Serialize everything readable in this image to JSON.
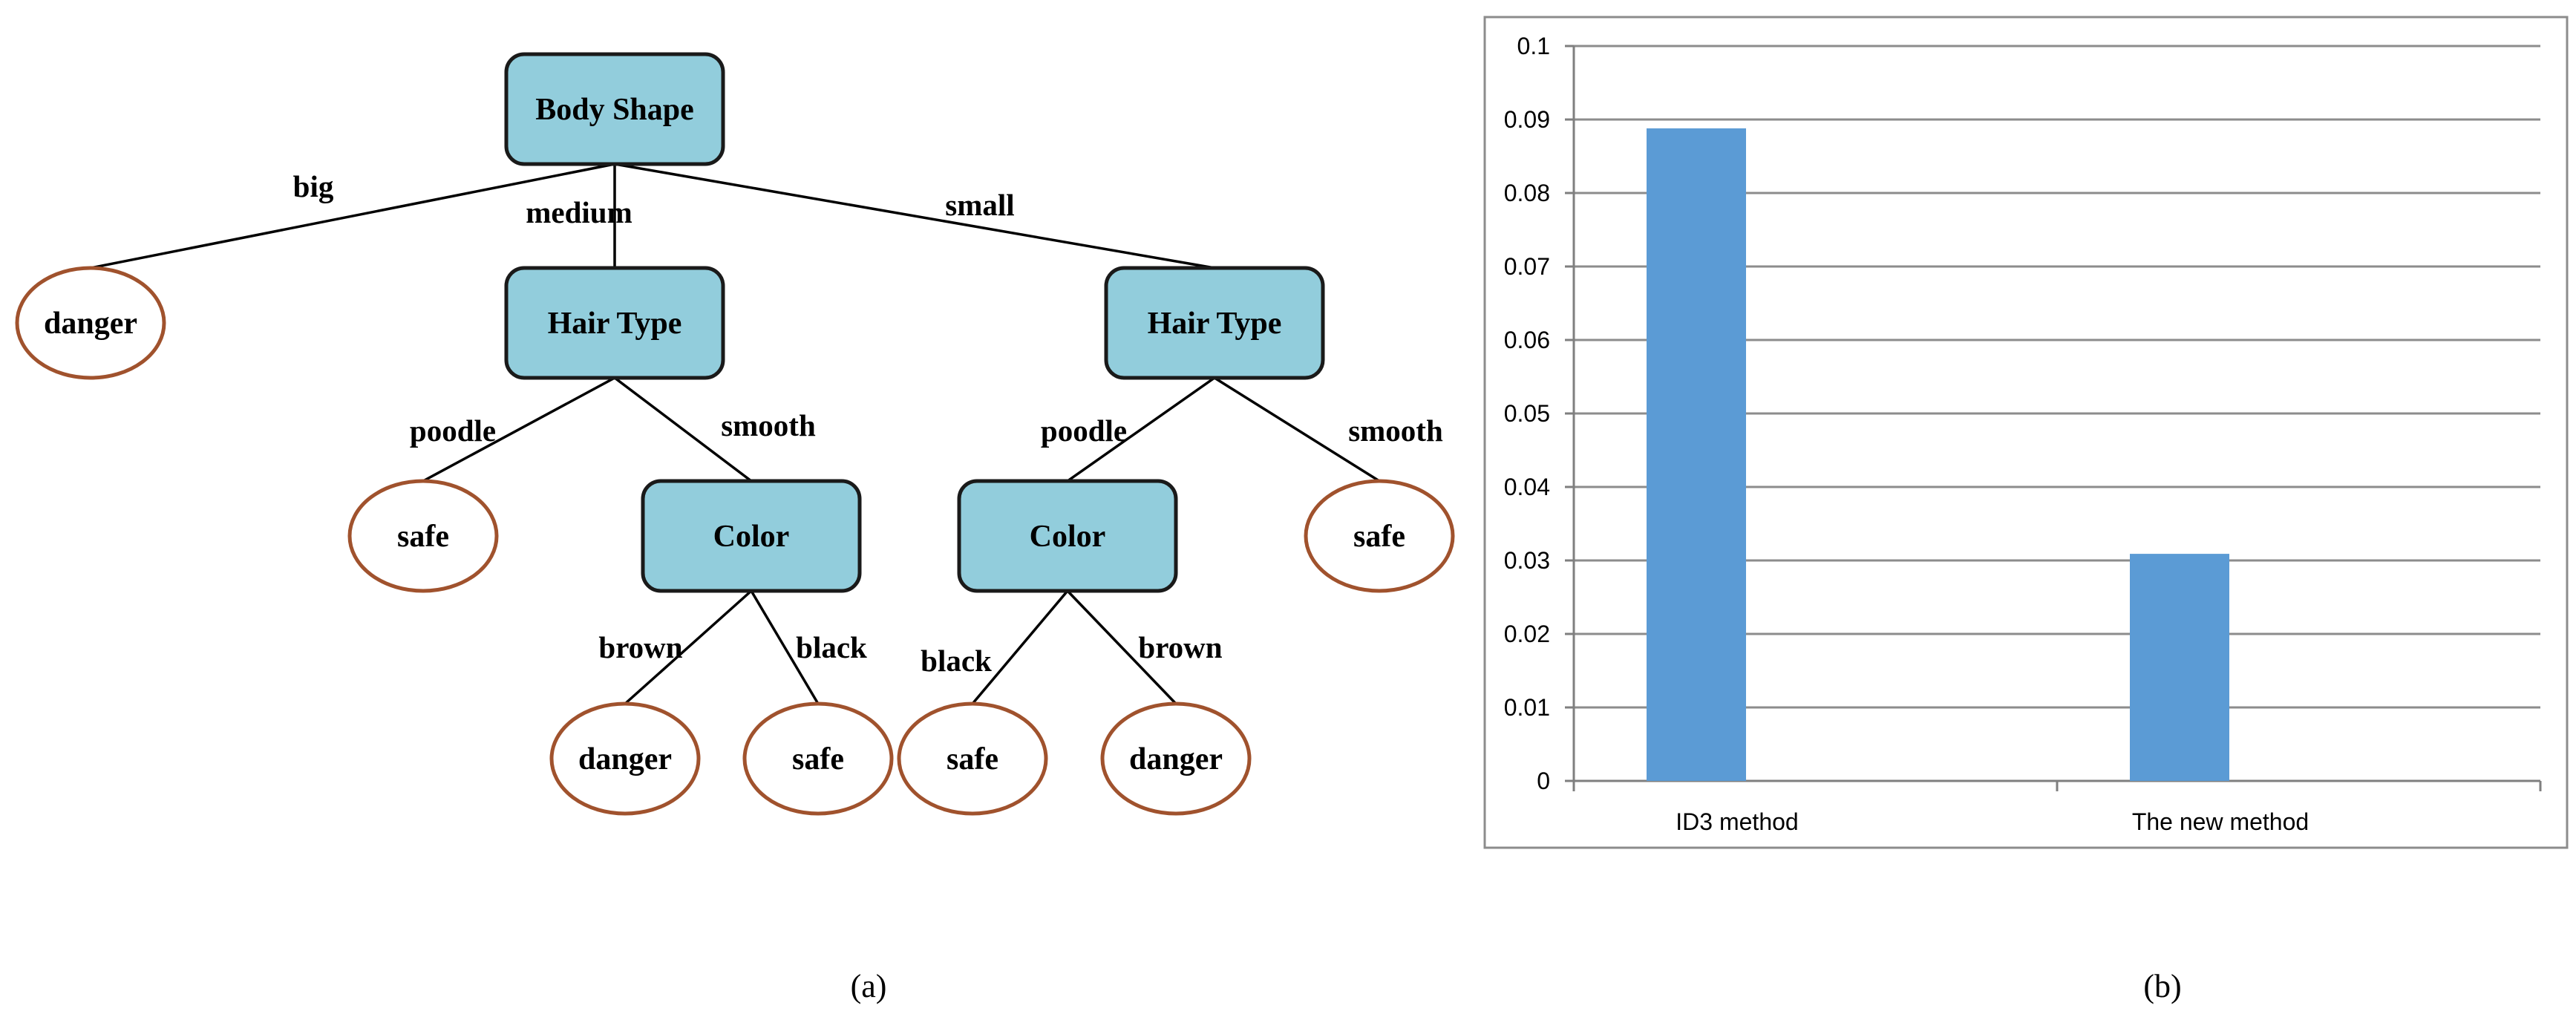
{
  "captions": {
    "left": "(a)",
    "right": "(b)"
  },
  "colors": {
    "decision_fill": "#92cddc",
    "leaf_stroke": "#a0522d",
    "bar_fill": "#5b9bd5"
  },
  "tree": {
    "decision_nodes": [
      {
        "id": "root",
        "label": "Body Shape"
      },
      {
        "id": "hair_l",
        "label": "Hair Type"
      },
      {
        "id": "hair_r",
        "label": "Hair Type"
      },
      {
        "id": "color_l",
        "label": "Color"
      },
      {
        "id": "color_r",
        "label": "Color"
      }
    ],
    "leaf_nodes": [
      {
        "id": "leaf1",
        "label": "danger"
      },
      {
        "id": "leaf2",
        "label": "safe"
      },
      {
        "id": "leaf3",
        "label": "safe"
      },
      {
        "id": "leaf4",
        "label": "danger"
      },
      {
        "id": "leaf5",
        "label": "safe"
      },
      {
        "id": "leaf6",
        "label": "safe"
      },
      {
        "id": "leaf7",
        "label": "danger"
      }
    ],
    "edges": [
      {
        "from": "root",
        "to": "leaf1",
        "label": "big"
      },
      {
        "from": "root",
        "to": "hair_l",
        "label": "medium"
      },
      {
        "from": "root",
        "to": "hair_r",
        "label": "small"
      },
      {
        "from": "hair_l",
        "to": "leaf2",
        "label": "poodle"
      },
      {
        "from": "hair_l",
        "to": "color_l",
        "label": "smooth"
      },
      {
        "from": "hair_r",
        "to": "color_r",
        "label": "poodle"
      },
      {
        "from": "hair_r",
        "to": "leaf3",
        "label": "smooth"
      },
      {
        "from": "color_l",
        "to": "leaf4",
        "label": "brown"
      },
      {
        "from": "color_l",
        "to": "leaf5",
        "label": "black"
      },
      {
        "from": "color_r",
        "to": "leaf6",
        "label": "black"
      },
      {
        "from": "color_r",
        "to": "leaf7",
        "label": "brown"
      }
    ]
  },
  "chart_data": {
    "type": "bar",
    "categories": [
      "ID3 method",
      "The new method"
    ],
    "values": [
      0.0888,
      0.0309
    ],
    "ylim": [
      0,
      0.1
    ],
    "yticks": [
      "0",
      "0.01",
      "0.02",
      "0.03",
      "0.04",
      "0.05",
      "0.06",
      "0.07",
      "0.08",
      "0.09",
      "0.1"
    ],
    "grid": true
  }
}
